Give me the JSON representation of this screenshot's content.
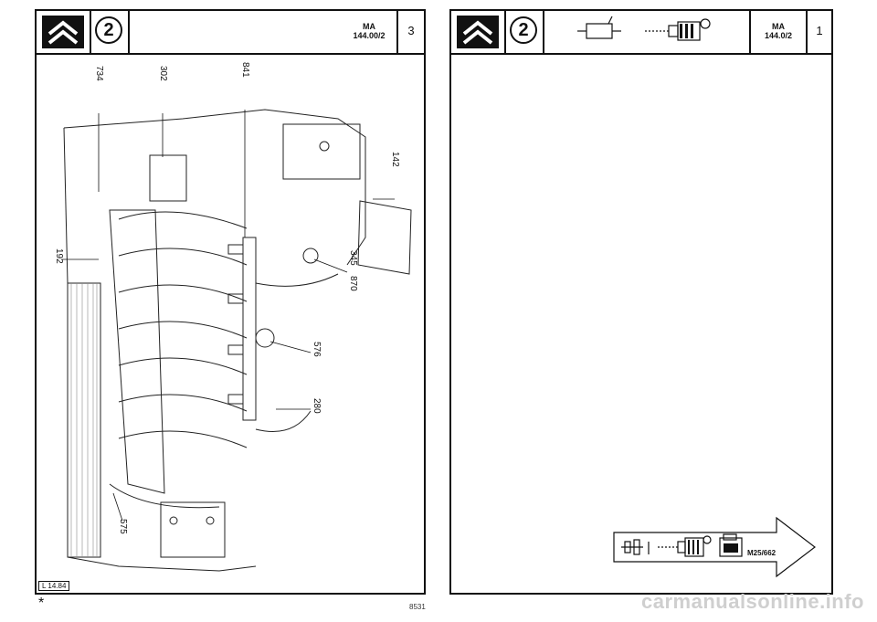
{
  "left_page": {
    "circled_number": "2",
    "code_line1": "MA",
    "code_line2": "144.00/2",
    "page_number": "3",
    "callouts": [
      "734",
      "302",
      "841",
      "142",
      "192",
      "345",
      "870",
      "576",
      "280",
      "575"
    ],
    "footer_badge": "L 14.84"
  },
  "right_page": {
    "circled_number": "2",
    "code_line1": "MA",
    "code_line2": "144.0/2",
    "page_number": "1",
    "reference_label": "M25/662"
  },
  "footer": {
    "asterisk": "*",
    "sheet_number": "8531",
    "watermark": "carmanualsonline.info"
  },
  "colors": {
    "ink": "#111111",
    "paper": "#ffffff",
    "watermark": "#cfcfcf"
  }
}
